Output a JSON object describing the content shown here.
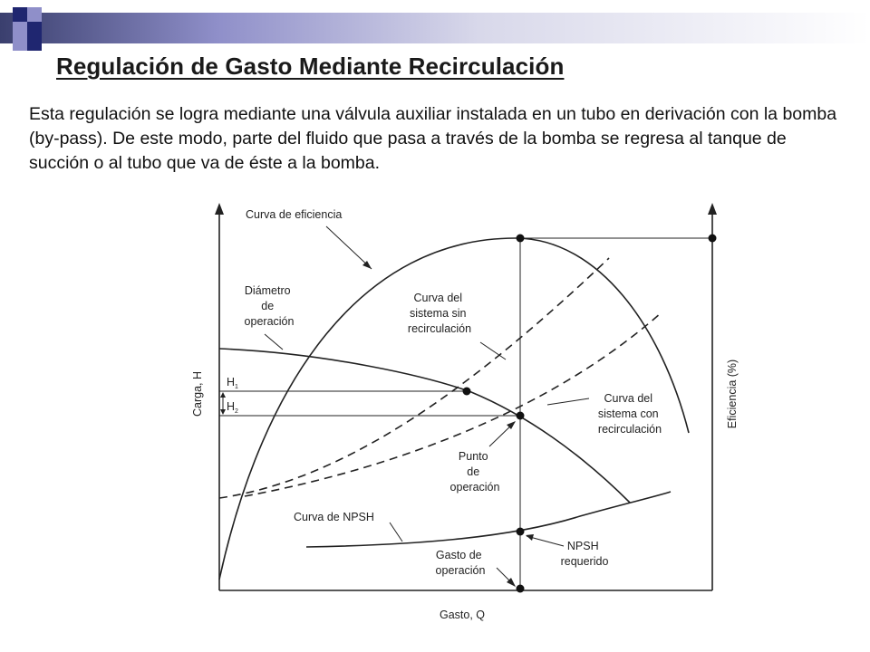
{
  "slide": {
    "title": "Regulación de Gasto Mediante Recirculación",
    "body": "Esta regulación se logra mediante una válvula auxiliar instalada en un tubo en derivación con la bomba (by-pass). De este modo, parte del fluido que pasa a través de la bomba se regresa al tanque de succión o al tubo que va de éste a la bomba."
  },
  "colors": {
    "navy": "#1f2670",
    "lavender": "#8f8fc9",
    "bar_dark": "#3a3f6e"
  },
  "diagram": {
    "y_axis_label": "Carga, H",
    "x_axis_label": "Gasto, Q",
    "y2_axis_label": "Eficiencia (%)",
    "h1": "H",
    "h1_sub": "1",
    "h2": "H",
    "h2_sub": "2",
    "labels": {
      "efficiency_curve": "Curva de eficiencia",
      "diameter": [
        "Diámetro",
        "de",
        "operación"
      ],
      "system_no_recirc": [
        "Curva del",
        "sistema sin",
        "recirculación"
      ],
      "system_recirc": [
        "Curva del",
        "sistema con",
        "recirculación"
      ],
      "operating_point": [
        "Punto",
        "de",
        "operación"
      ],
      "npsh_curve": "Curva de NPSH",
      "flow": [
        "Gasto de",
        "operación"
      ],
      "npsh_required": [
        "NPSH",
        "requerido"
      ]
    }
  }
}
